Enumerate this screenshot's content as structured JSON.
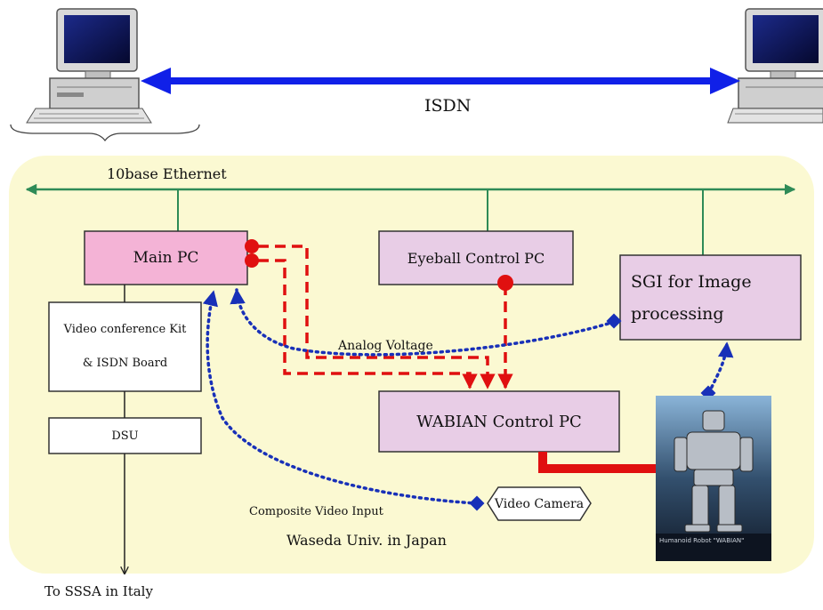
{
  "network": {
    "isdn_label": "ISDN",
    "ethernet_label": "10base Ethernet"
  },
  "nodes": {
    "main_pc": "Main PC",
    "eyeball_pc": "Eyeball Control PC",
    "sgi_line1": "SGI for Image",
    "sgi_line2": "processing",
    "video_kit_line1": "Video conference Kit",
    "video_kit_line2": "& ISDN Board",
    "dsu": "DSU",
    "wabian_pc": "WABIAN Control PC",
    "video_camera": "Video Camera"
  },
  "annotations": {
    "analog_voltage": "Analog Voltage",
    "composite_video": "Composite Video Input",
    "location": "Waseda Univ. in Japan",
    "destination": "To SSSA in Italy"
  },
  "robot_photo": {
    "caption": "Humanoid Robot \"WABIAN\""
  },
  "colors": {
    "region_fill": "#fbf9d2",
    "ethernet": "#2e8b57",
    "isdn": "#1020e8",
    "control_line": "#e01010",
    "video_line": "#1830b8",
    "main_pc_fill": "#f4b3d6",
    "pc_fill": "#e8cde6"
  },
  "icons": [
    "computer-left-icon",
    "computer-right-icon",
    "video-camera-icon",
    "robot-photo"
  ]
}
